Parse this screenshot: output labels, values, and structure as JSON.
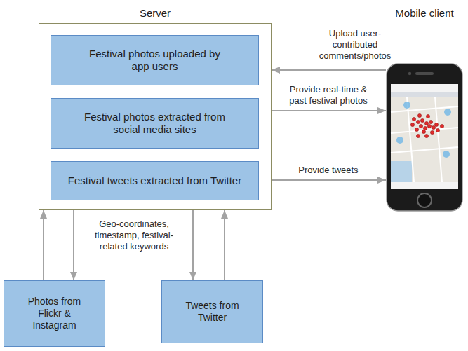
{
  "diagram": {
    "nodes": [
      {
        "text": [
          "Server"
        ]
      },
      {
        "text": [
          "Festival photos uploaded by app users"
        ],
        "in": 0
      },
      {
        "text": [
          "Festival photos extracted from social media sites"
        ],
        "in": 0
      },
      {
        "text": [
          "Festival tweets extracted from Twitter"
        ],
        "in": 0
      },
      {
        "text": [
          "Mobile client"
        ]
      },
      {
        "text": [
          "Photos from Flickr & Instagram"
        ]
      },
      {
        "text": [
          "Tweets from Twitter"
        ]
      }
    ],
    "edges": [
      {
        "from": 4,
        "to": 0,
        "label": "Upload user-contributed comments/photos",
        "arrow": "to"
      },
      {
        "from": 0,
        "to": 4,
        "label": "Provide real-time & past festival photos",
        "arrow": "to"
      },
      {
        "from": 0,
        "to": 4,
        "label": "Provide tweets",
        "arrow": "to"
      },
      {
        "from": 5,
        "to": 0,
        "arrow": "to"
      },
      {
        "from": 0,
        "to": 5,
        "arrow": "to"
      },
      {
        "from": 0,
        "to": 6,
        "arrow": "to"
      },
      {
        "from": 6,
        "to": 0,
        "arrow": "to"
      }
    ],
    "labels": [
      "Geo-coordinates, timestamp, festival-related keywords"
    ]
  }
}
